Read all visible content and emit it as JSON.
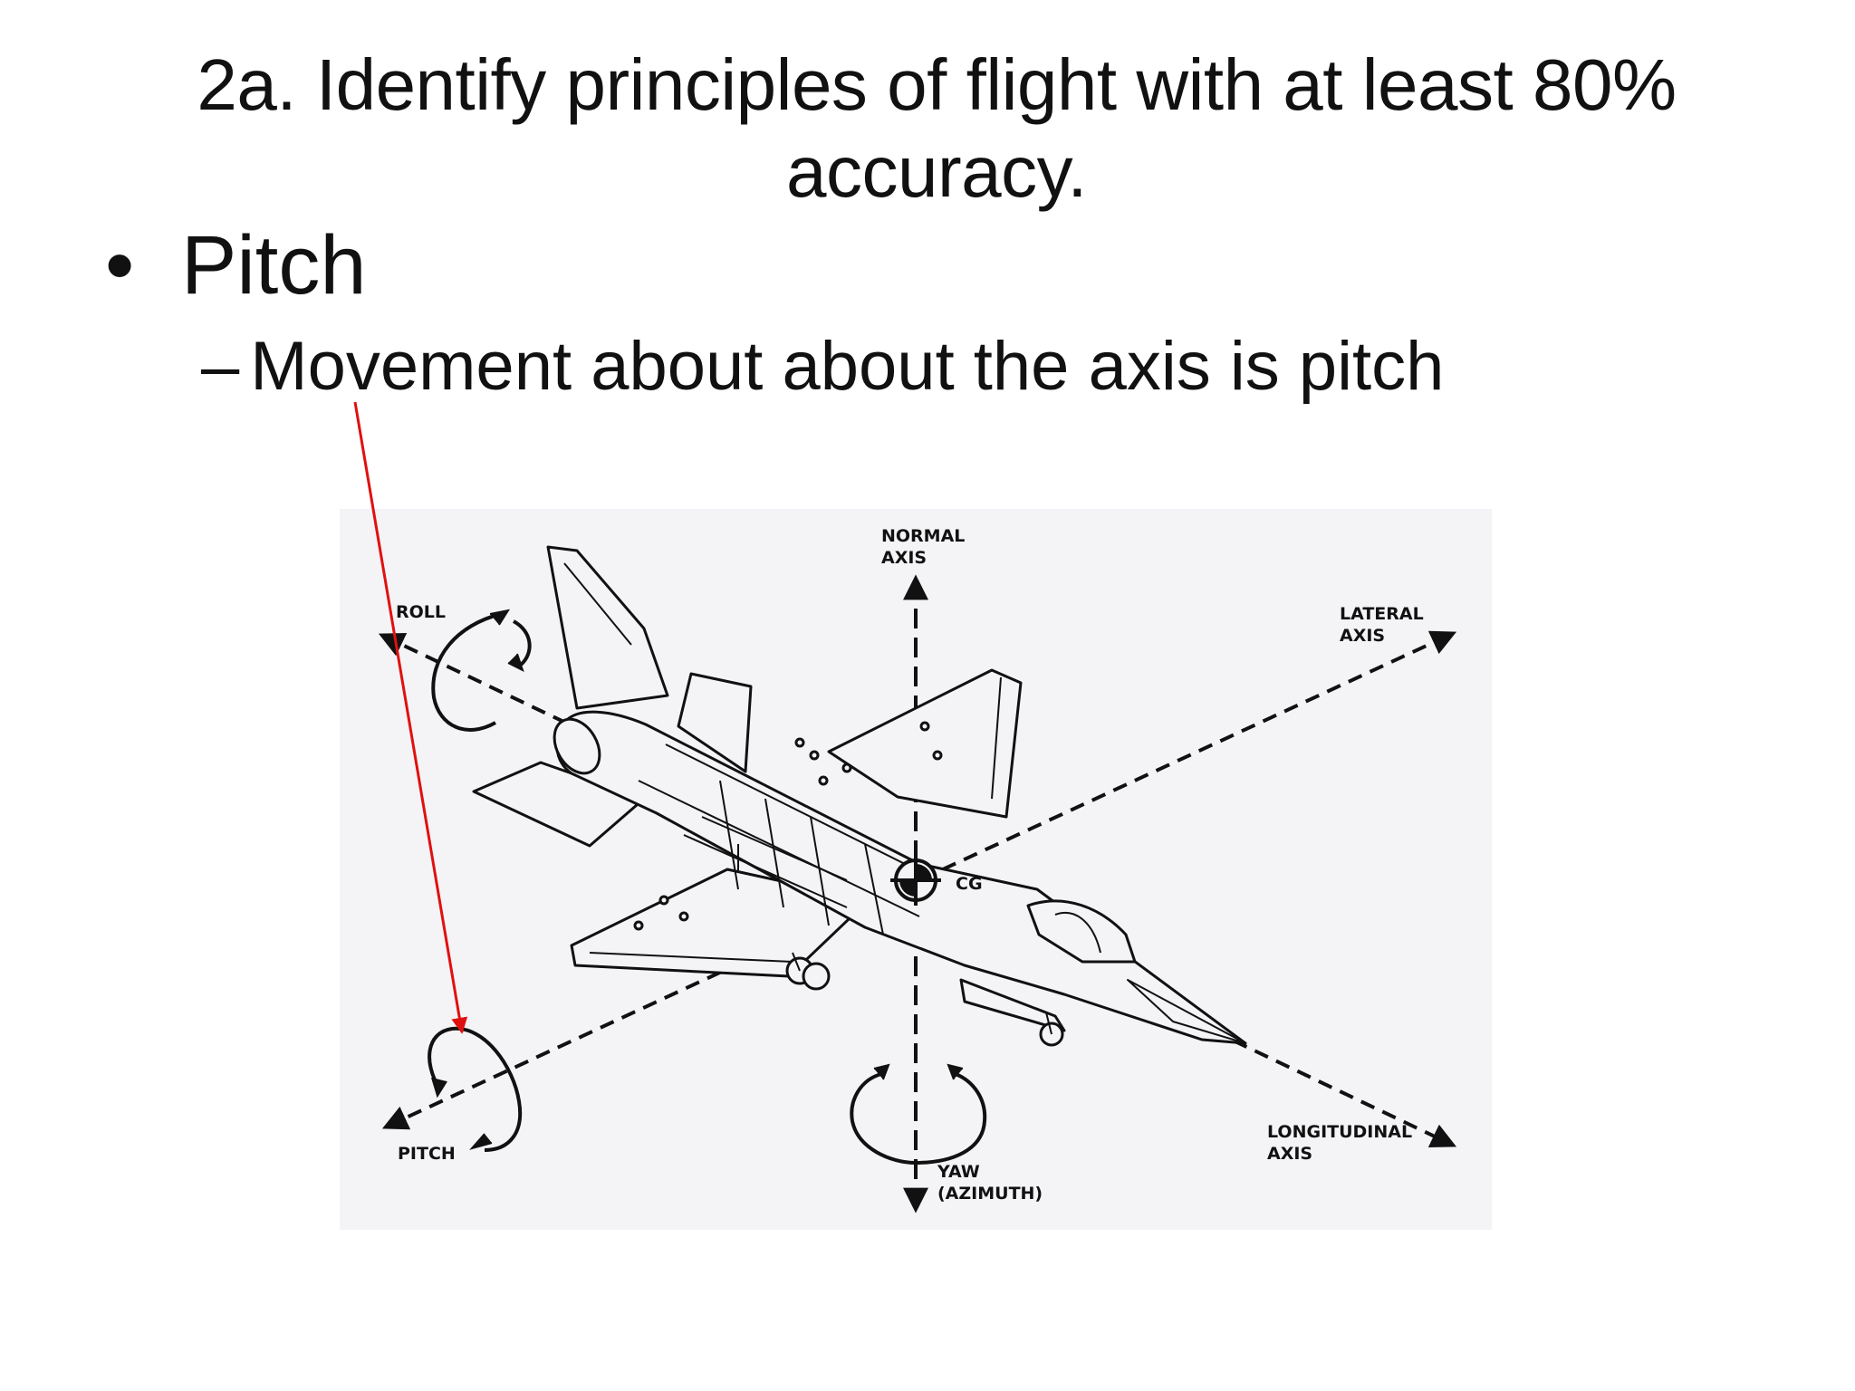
{
  "slide": {
    "title": "2a.  Identify principles of flight with at least 80% accuracy.",
    "bullet": {
      "symbol": "•",
      "text": "Pitch"
    },
    "sub_bullet": {
      "symbol": "–",
      "text": "Movement about about the axis is pitch"
    }
  },
  "diagram": {
    "labels": {
      "normal_axis_line1": "NORMAL",
      "normal_axis_line2": "AXIS",
      "lateral_axis_line1": "LATERAL",
      "lateral_axis_line2": "AXIS",
      "roll": "ROLL",
      "pitch": "PITCH",
      "cg": "CG",
      "yaw_line1": "YAW",
      "yaw_line2": "(AZIMUTH)",
      "longitudinal_axis_line1": "LONGITUDINAL",
      "longitudinal_axis_line2": "AXIS"
    },
    "colors": {
      "pointer_arrow": "#e01010",
      "figure_background": "#f4f3f6",
      "ink": "#111111"
    }
  }
}
